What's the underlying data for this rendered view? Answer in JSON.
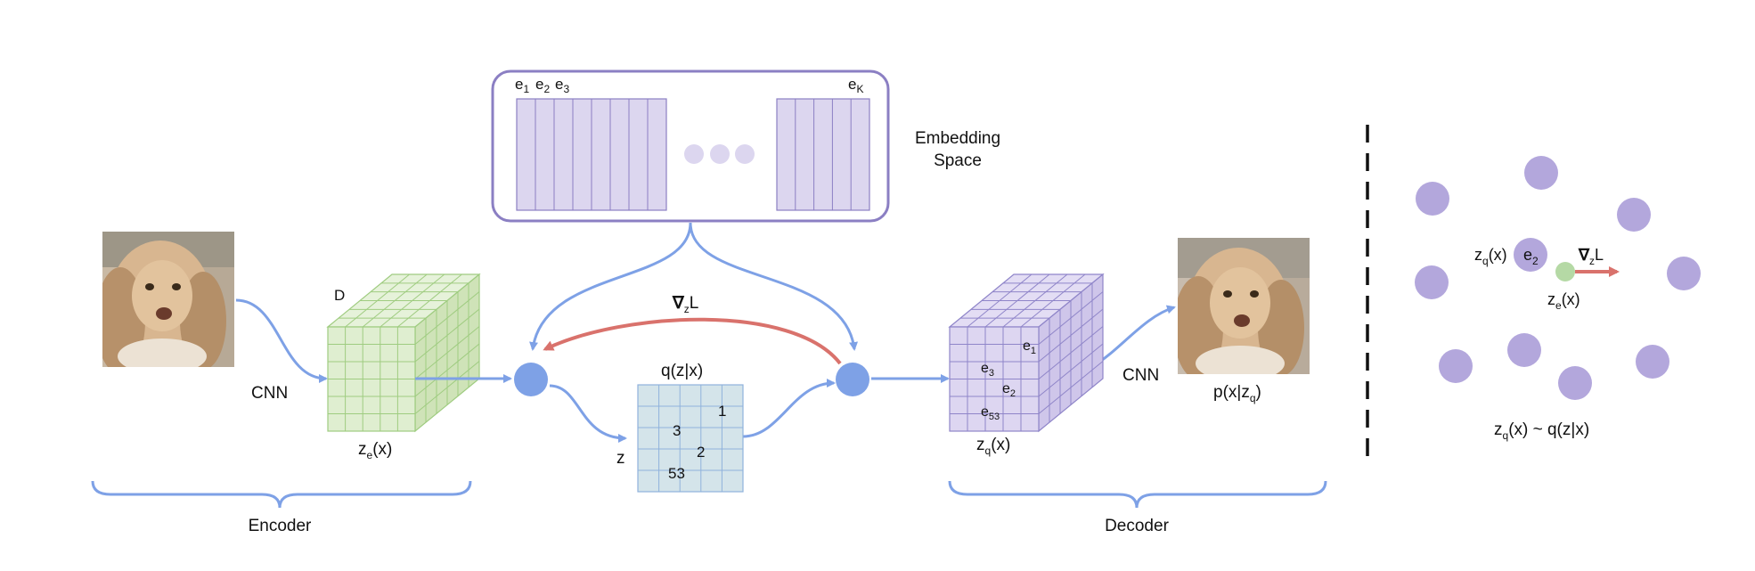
{
  "colors": {
    "arrow": "#7ea1e6",
    "gradient_arrow": "#d9726c",
    "node": "#7ea1e6",
    "encoder_face": "#dfeed0",
    "encoder_side": "#cfe3b8",
    "encoder_grid": "#9fcc80",
    "codebook_fill": "#dcd6ef",
    "codebook_stroke": "#8b7fc3",
    "decoder_face": "#ddd6f1",
    "decoder_grid": "#8f85c9",
    "qgrid_fill": "#d4e4ea",
    "qgrid_stroke": "#8fb2dc",
    "dot_purple": "#b3a7dc",
    "dot_green": "#b5d9a5",
    "dog_fur": "#c4a078"
  },
  "labels": {
    "embedding_space_line1": "Embedding",
    "embedding_space_line2": "Space",
    "cnn_encoder": "CNN",
    "cnn_decoder": "CNN",
    "d_label": "D",
    "ze_x": "x",
    "grad_nabla": "∇",
    "grad_l": "L",
    "q_label": "q(z|x)",
    "z_label": "z",
    "p_label_a": "p(x|z",
    "p_label_b": ")",
    "encoder": "Encoder",
    "decoder": "Decoder",
    "right_zq": "z",
    "right_zq_suffix": "(x)",
    "right_e2": "e",
    "right_grad_nabla": "∇",
    "right_grad_l": "L",
    "right_ze": "z",
    "right_ze_suffix": "(x)",
    "right_formula_a": "z",
    "right_formula_b": "(x) ~ q(z|x)"
  },
  "codebook": {
    "e_label": "e",
    "subs": [
      "1",
      "2",
      "3"
    ],
    "last_sub": "K"
  },
  "qgrid_values": [
    "1",
    "3",
    "2",
    "53"
  ],
  "decoder_cells": {
    "e": "e",
    "subs": [
      "1",
      "3",
      "2",
      "53"
    ]
  }
}
